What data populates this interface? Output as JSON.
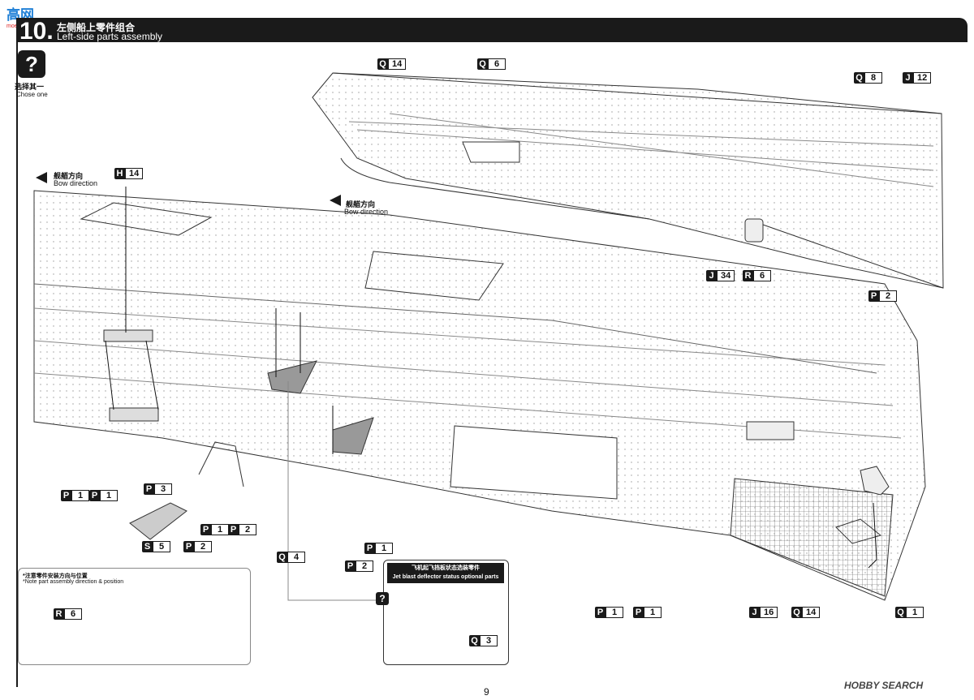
{
  "header": {
    "step": "10.",
    "title_cn": "左侧船上零件组合",
    "title_en": "Left-side parts assembly"
  },
  "logo": {
    "text": "高网",
    "sub": "moe.hobbyb"
  },
  "choose": {
    "icon": "question-icon",
    "cn": "选择其一",
    "en": "Chose one"
  },
  "bow_direction": {
    "cn": "舰艏方向",
    "en": "Bow direction"
  },
  "parts": [
    {
      "letter": "Q",
      "num": "14"
    },
    {
      "letter": "Q",
      "num": "6"
    },
    {
      "letter": "Q",
      "num": "8"
    },
    {
      "letter": "J",
      "num": "12"
    },
    {
      "letter": "H",
      "num": "14"
    },
    {
      "letter": "J",
      "num": "34"
    },
    {
      "letter": "R",
      "num": "6"
    },
    {
      "letter": "P",
      "num": "2"
    },
    {
      "letter": "P",
      "num": "1"
    },
    {
      "letter": "P",
      "num": "1"
    },
    {
      "letter": "P",
      "num": "3"
    },
    {
      "letter": "P",
      "num": "1"
    },
    {
      "letter": "P",
      "num": "2"
    },
    {
      "letter": "S",
      "num": "5"
    },
    {
      "letter": "P",
      "num": "2"
    },
    {
      "letter": "Q",
      "num": "4"
    },
    {
      "letter": "P",
      "num": "1"
    },
    {
      "letter": "P",
      "num": "2"
    },
    {
      "letter": "P",
      "num": "1"
    },
    {
      "letter": "P",
      "num": "1"
    },
    {
      "letter": "J",
      "num": "16"
    },
    {
      "letter": "Q",
      "num": "14"
    },
    {
      "letter": "Q",
      "num": "1"
    },
    {
      "letter": "Q",
      "num": "3"
    }
  ],
  "note": {
    "cn": "*注意零件安装方向与位置",
    "en": "*Note part assembly direction & position",
    "part": {
      "letter": "R",
      "num": "6"
    }
  },
  "optional": {
    "cn": "飞机起飞挡板状态选装零件",
    "en": "Jet blast deflector status optional parts"
  },
  "page_number": "9",
  "watermark": "HOBBY SEARCH"
}
